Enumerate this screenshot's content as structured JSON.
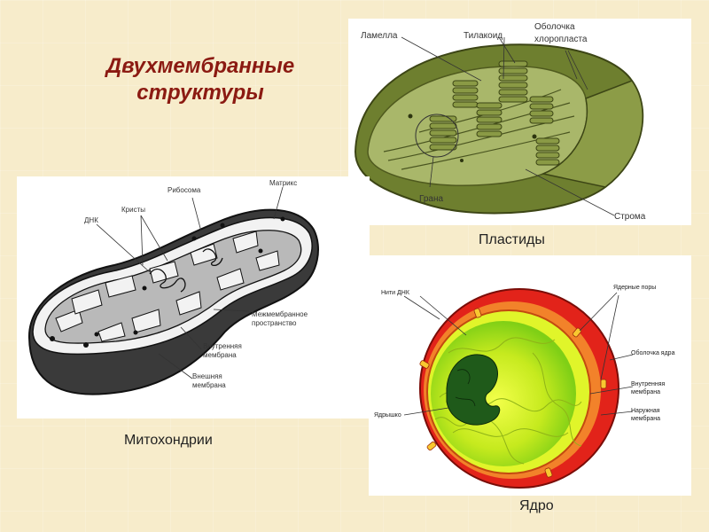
{
  "title": {
    "line1": "Двухмембранные",
    "line2": "структуры"
  },
  "mitochondria": {
    "caption": "Митохондрии",
    "labels": {
      "matrix": "Матрикс",
      "ribosome": "Рибосома",
      "cristae": "Кристы",
      "dna": "ДНК",
      "intermembrane_1": "Межмембранное",
      "intermembrane_2": "пространство",
      "inner_1": "Внутренняя",
      "inner_2": "мембрана",
      "outer_1": "Внешняя",
      "outer_2": "мембрана"
    }
  },
  "chloroplast": {
    "caption": "Пластиды",
    "labels": {
      "lamella": "Ламелла",
      "thylakoid": "Тилакоид",
      "envelope_1": "Оболочка",
      "envelope_2": "хлоропласта",
      "grana": "Грана",
      "stroma": "Строма"
    }
  },
  "nucleus": {
    "caption": "Ядро",
    "labels": {
      "dna_threads": "Нити ДНК",
      "pores": "Ядерные поры",
      "envelope": "Оболочка ядра",
      "inner_1": "Внутренняя",
      "inner_2": "мембрана",
      "nucleolus": "Ядрышко",
      "outer_1": "Наружная",
      "outer_2": "мембрана"
    }
  },
  "colors": {
    "title": "#8b1a12",
    "background": "#f7eccb",
    "chloroplast": "#7e8f3a",
    "nucleus_outer": "#e8281e",
    "nucleus_inner": "#d8f020",
    "nucleolus": "#1f5a1a"
  }
}
